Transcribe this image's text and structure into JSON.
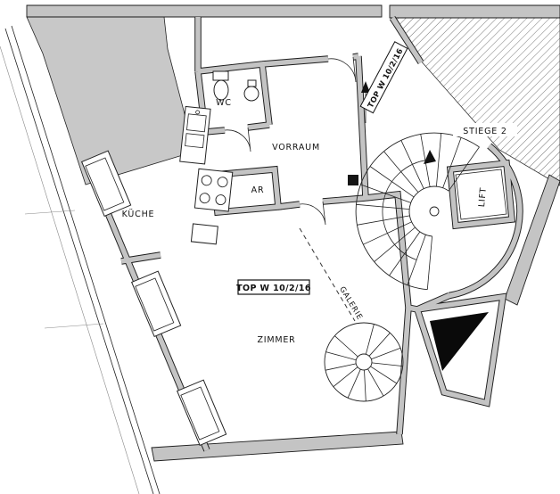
{
  "drawing": {
    "type": "architectural floor plan",
    "rooms": {
      "kueche": "KÜCHE",
      "wc": "WC",
      "vorraum": "VORRAUM",
      "ar": "AR",
      "zimmer": "ZIMMER",
      "stiege": "STIEGE 2",
      "lift": "LIFT",
      "galerie": "GALERIE"
    },
    "labels": {
      "unit_box": "TOP W 10/2/16",
      "unit_stamp": "TOP W 10/2/16"
    },
    "colors": {
      "wall_fill": "#c4c4c4",
      "neighbor_fill": "#c8c8c8",
      "line": "#1c1c1c",
      "hatch_line": "#777777",
      "paper": "#ffffff"
    }
  }
}
